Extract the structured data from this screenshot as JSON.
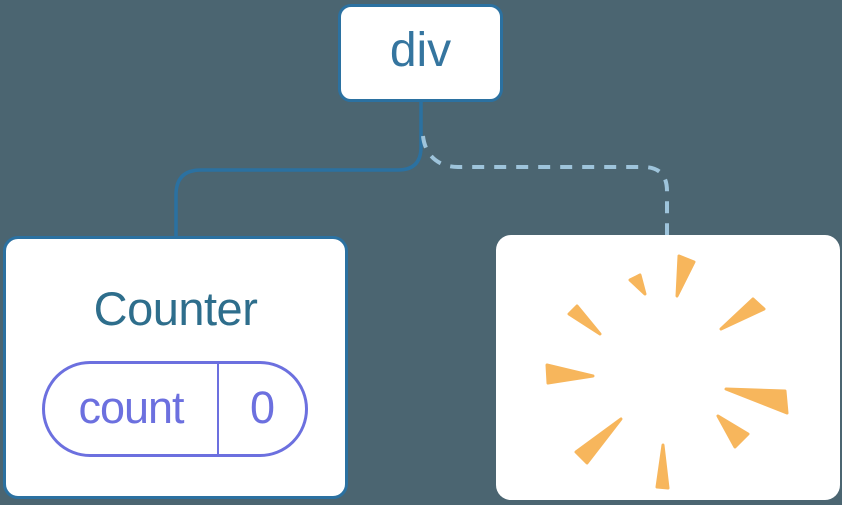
{
  "diagram": {
    "kind": "component-tree",
    "root_node": {
      "label": "div"
    },
    "counter_node": {
      "title": "Counter",
      "state_pill": {
        "key_label": "count",
        "value": "0"
      }
    },
    "removed_node": {
      "icon": "poof-sparkle"
    },
    "links": {
      "counter_link_style": "solid",
      "removed_link_style": "dashed"
    }
  },
  "colors": {
    "canvas-bg": "#4B6571",
    "node-bg": "#FFFFFF",
    "node-border": "#2B71A1",
    "root-label": "#35759F",
    "component-title": "#2E6E8C",
    "state-accent": "#6C70DF",
    "solid-link": "#2B71A1",
    "dashed-link": "#9EC4DB",
    "poof": "#F7B65C"
  }
}
